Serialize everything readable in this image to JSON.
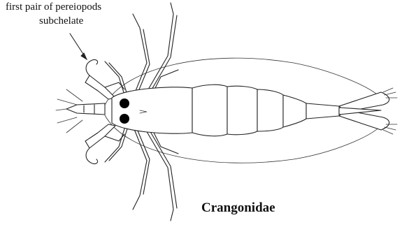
{
  "annotation": {
    "line1": "first pair of pereiopods",
    "line2": "subchelate"
  },
  "family_label": "Crangonidae",
  "colors": {
    "ink": "#222222",
    "eye": "#000000",
    "background": "#ffffff"
  }
}
